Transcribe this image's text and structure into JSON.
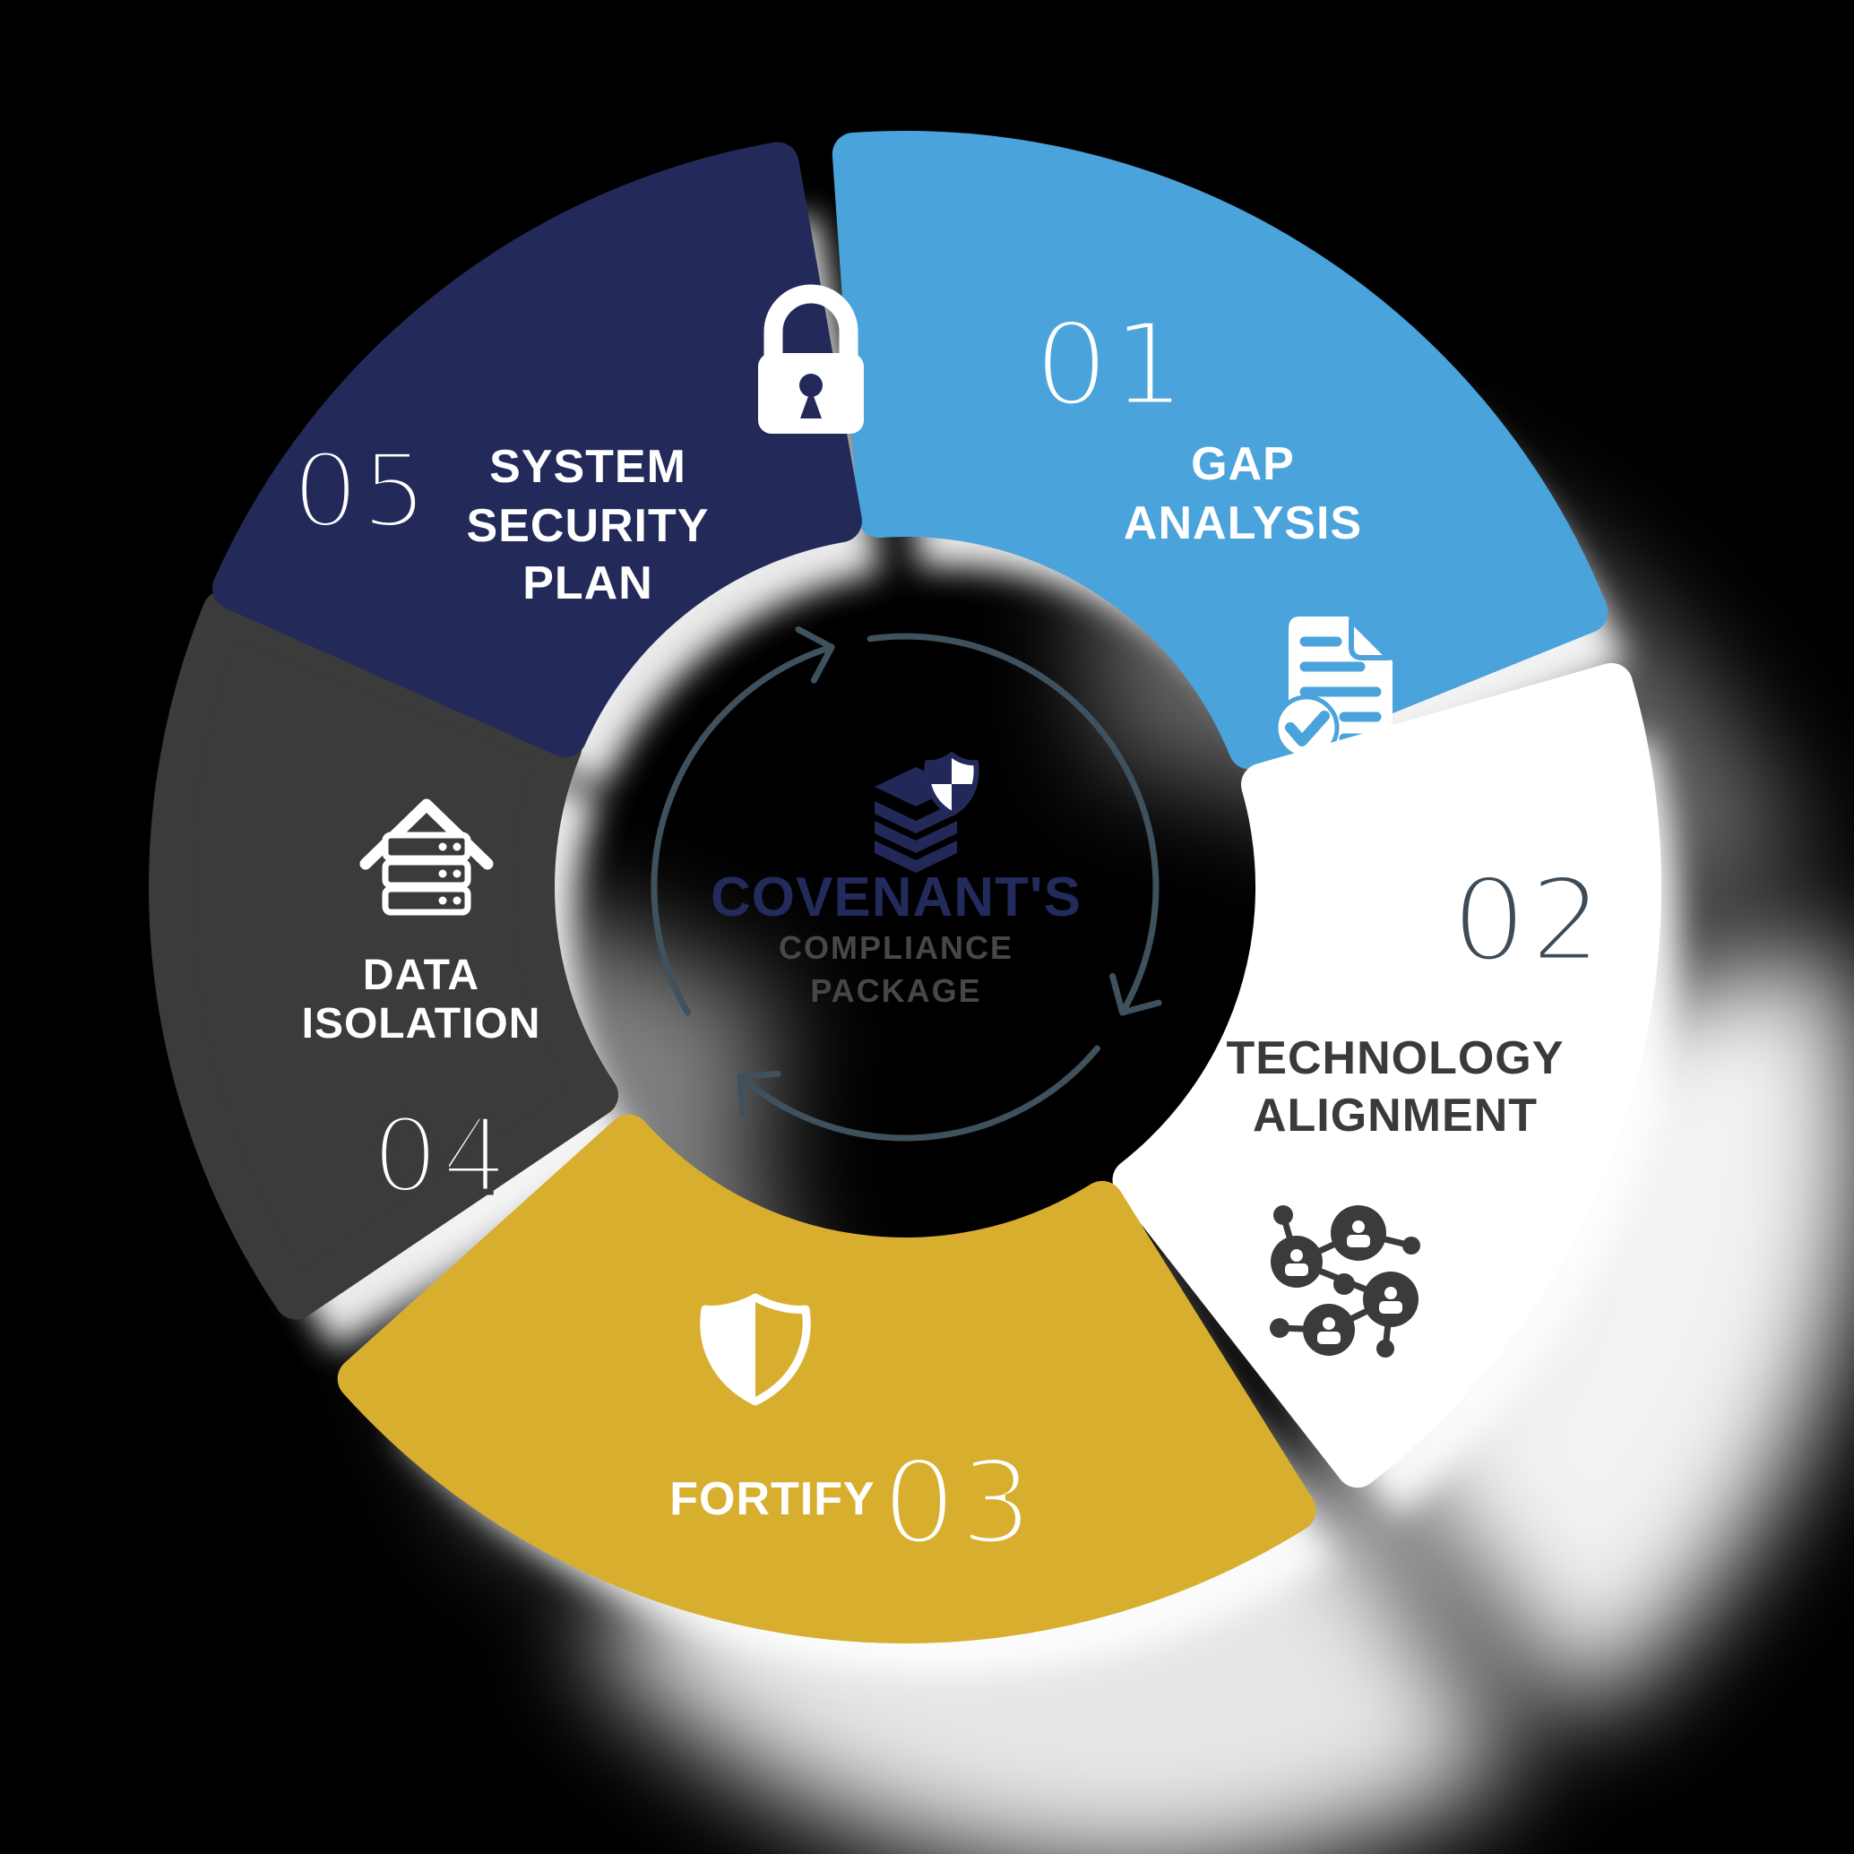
{
  "background": {
    "color": "#000000"
  },
  "center": {
    "icon": "layers-shield-icon",
    "icon_color": "#222858",
    "title": "COVENANT'S",
    "title_color": "#232a5c",
    "subtitle_lines": [
      "COMPLIANCE",
      "PACKAGE"
    ],
    "subtitle_color": "#474747"
  },
  "flow": {
    "direction": "clockwise",
    "arrow_color": "#3e515c"
  },
  "segments": [
    {
      "id": "gap-analysis",
      "number": "01",
      "label": "GAP ANALYSIS",
      "label_lines": [
        "GAP",
        "ANALYSIS"
      ],
      "color": "#4aa3db",
      "number_color": "#ffffff",
      "label_color": "#ffffff",
      "icon": "document-check-icon"
    },
    {
      "id": "technology-alignment",
      "number": "02",
      "label": "TECHNOLOGY ALIGNMENT",
      "label_lines": [
        "TECHNOLOGY",
        "ALIGNMENT"
      ],
      "color": "#ffffff",
      "number_color": "#3d4b57",
      "label_color": "#3a3a3a",
      "icon": "people-network-icon"
    },
    {
      "id": "fortify",
      "number": "03",
      "label": "FORTIFY",
      "label_lines": [
        "FORTIFY"
      ],
      "color": "#d8ae2e",
      "number_color": "#ffffff",
      "label_color": "#ffffff",
      "icon": "half-shield-icon"
    },
    {
      "id": "data-isolation",
      "number": "04",
      "label": "DATA ISOLATION",
      "label_lines": [
        "DATA",
        "ISOLATION"
      ],
      "color": "#3b3b3b",
      "number_color": "#ffffff",
      "label_color": "#ffffff",
      "icon": "server-house-icon"
    },
    {
      "id": "system-security-plan",
      "number": "05",
      "label": "SYSTEM SECURITY PLAN",
      "label_lines": [
        "SYSTEM",
        "SECURITY",
        "PLAN"
      ],
      "color": "#232a5a",
      "number_color": "#ffffff",
      "label_color": "#ffffff",
      "icon": "padlock-icon"
    }
  ]
}
